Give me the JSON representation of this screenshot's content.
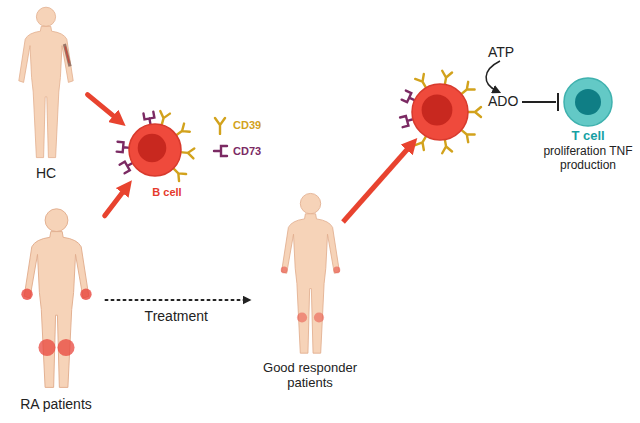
{
  "diagram": {
    "nodes": [
      {
        "text": [
          "HC"
        ]
      },
      {
        "text": [
          "B cell"
        ]
      },
      {
        "text": [
          "RA patients"
        ]
      },
      {
        "text": [
          "Good responder patients"
        ]
      },
      {
        "text": [
          "T cell",
          "proliferation TNF production"
        ]
      }
    ],
    "edges": [
      {
        "from": 0,
        "to": 1,
        "arrow": "to"
      },
      {
        "from": 2,
        "to": 1,
        "arrow": "to"
      },
      {
        "from": 2,
        "to": 3,
        "label": "Treatment",
        "arrow": "to"
      }
    ],
    "labels": [
      "ATP",
      "ADO"
    ],
    "legend": [
      {
        "text": "CD39"
      },
      {
        "text": "CD73"
      }
    ]
  }
}
